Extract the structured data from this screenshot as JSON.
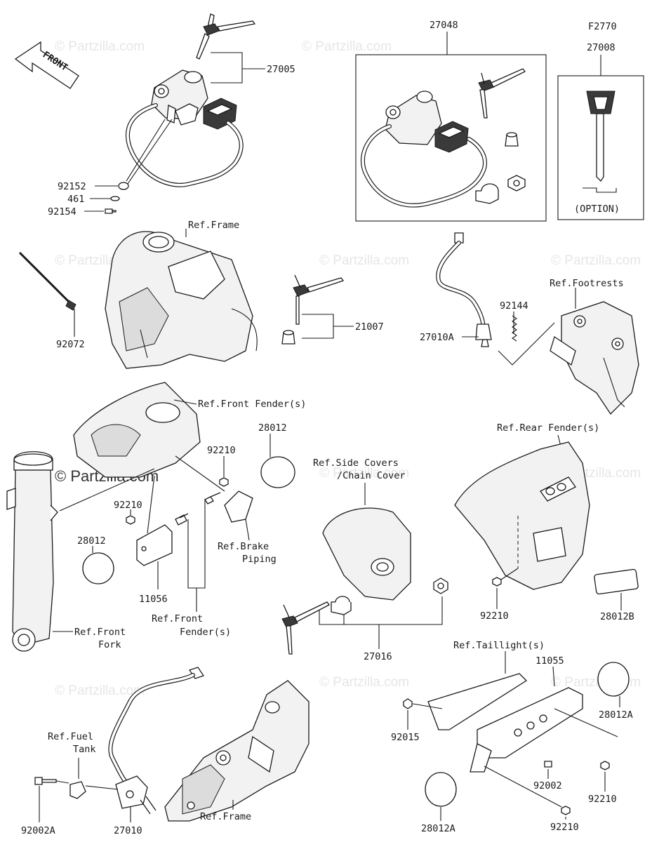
{
  "diagram": {
    "watermark": "© Partzilla.com",
    "front_arrow_label": "FRONT",
    "part_numbers": {
      "p27005": "27005",
      "p92152": "92152",
      "p461": "461",
      "p92154": "92154",
      "p27048": "27048",
      "pF2770": "F2770",
      "p27008": "27008",
      "p92072": "92072",
      "p21007": "21007",
      "p92144": "92144",
      "p27010A": "27010A",
      "p28012_top": "28012",
      "p92210_a": "92210",
      "p92210_b": "92210",
      "p28012_left": "28012",
      "p11056": "11056",
      "p27016": "27016",
      "p92210_c": "92210",
      "p28012B": "28012B",
      "p11055": "11055",
      "p28012A_right": "28012A",
      "p92015": "92015",
      "p92002": "92002",
      "p92210_d": "92210",
      "p28012A_bottom": "28012A",
      "p92210_e": "92210",
      "p92002A": "92002A",
      "p27010": "27010"
    },
    "references": {
      "option": "(OPTION)",
      "ref_frame_top": "Ref.Frame",
      "ref_footrests": "Ref.Footrests",
      "ref_front_fender_top": "Ref.Front Fender(s)",
      "ref_brake_1": "Ref.Brake",
      "ref_brake_2": "Piping",
      "ref_front_fender_mid_1": "Ref.Front",
      "ref_front_fender_mid_2": "Fender(s)",
      "ref_front_fork_1": "Ref.Front",
      "ref_front_fork_2": "Fork",
      "ref_side_covers_1": "Ref.Side Covers",
      "ref_side_covers_2": "/Chain Cover",
      "ref_rear_fender": "Ref.Rear Fender(s)",
      "ref_taillight": "Ref.Taillight(s)",
      "ref_fuel_1": "Ref.Fuel",
      "ref_fuel_2": "Tank",
      "ref_frame_bottom": "Ref.Frame"
    }
  }
}
